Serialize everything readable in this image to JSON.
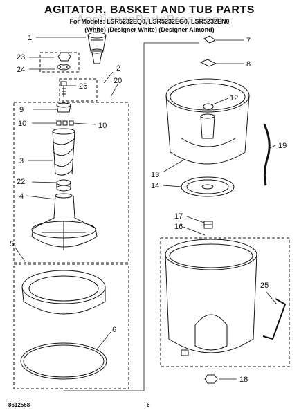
{
  "header": {
    "title": "AGITATOR, BASKET AND TUB PARTS",
    "models": "For Models: LSR5232EQ0, LSR5232EG0, LSR5232EN0",
    "variants": "(White)   (Designer White)   (Designer Almond)"
  },
  "watermark": "AppliancePartsPros.com",
  "footer": {
    "left": "8612568",
    "page": "6"
  },
  "callouts": [
    "1",
    "2",
    "3",
    "4",
    "5",
    "6",
    "7",
    "8",
    "9",
    "10",
    "10",
    "12",
    "13",
    "14",
    "16",
    "17",
    "18",
    "19",
    "20",
    "22",
    "23",
    "24",
    "25",
    "26"
  ],
  "colors": {
    "line": "#111111",
    "background": "#ffffff",
    "watermark": "#969696"
  }
}
